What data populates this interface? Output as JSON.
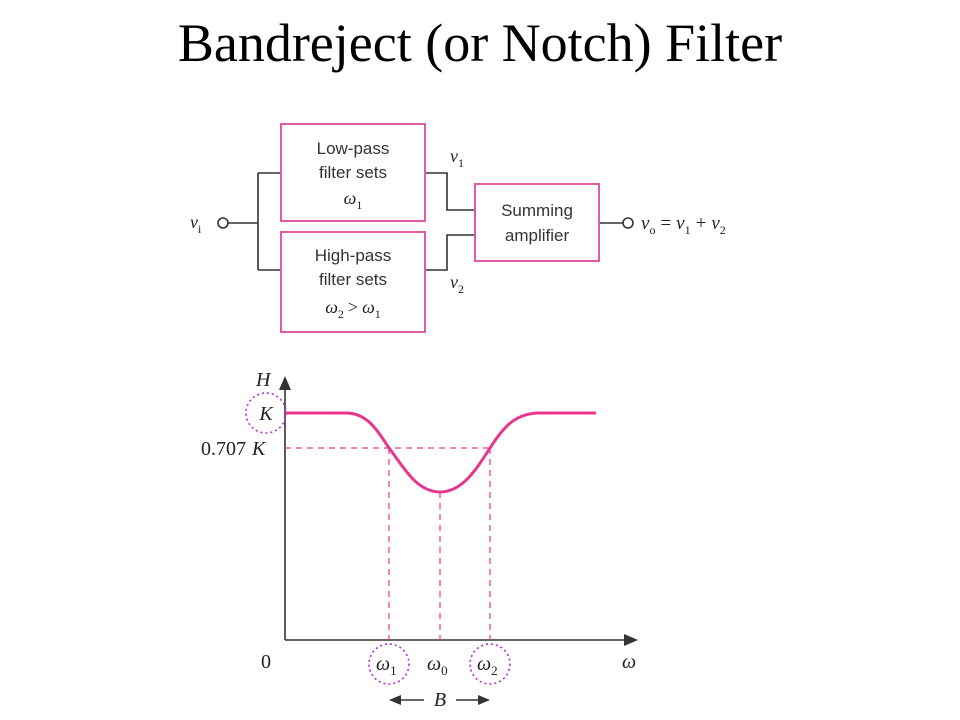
{
  "title": "Bandreject (or Notch) Filter",
  "colors": {
    "accent": "#e8368f",
    "box_border": "#e35aa5",
    "dotted_circle": "#b52bd6",
    "line": "#333333"
  },
  "block_diagram": {
    "input": {
      "symbol": "v",
      "subscript": "i"
    },
    "lowpass": {
      "line1": "Low-pass",
      "line2": "filter sets",
      "param": "ω",
      "param_sub": "1"
    },
    "highpass": {
      "line1": "High-pass",
      "line2": "filter sets",
      "param_a": "ω",
      "param_a_sub": "2",
      "relation": ">",
      "param_b": "ω",
      "param_b_sub": "1"
    },
    "summer": {
      "line1": "Summing",
      "line2": "amplifier"
    },
    "signal1": {
      "symbol": "v",
      "subscript": "1"
    },
    "signal2": {
      "symbol": "v",
      "subscript": "2"
    },
    "output": {
      "lhs": "v",
      "lhs_sub": "o",
      "eq": "=",
      "t1": "v",
      "t1_sub": "1",
      "plus": "+",
      "t2": "v",
      "t2_sub": "2"
    }
  },
  "plot": {
    "y_axis_label": "H",
    "x_axis_label": "ω",
    "origin_label": "0",
    "k_label": "K",
    "level_value": "0.707",
    "level_k": "K",
    "w1_symbol": "ω",
    "w1_sub": "1",
    "w0_symbol": "ω",
    "w0_sub": "0",
    "w2_symbol": "ω",
    "w2_sub": "2",
    "bandwidth_label": "B"
  }
}
